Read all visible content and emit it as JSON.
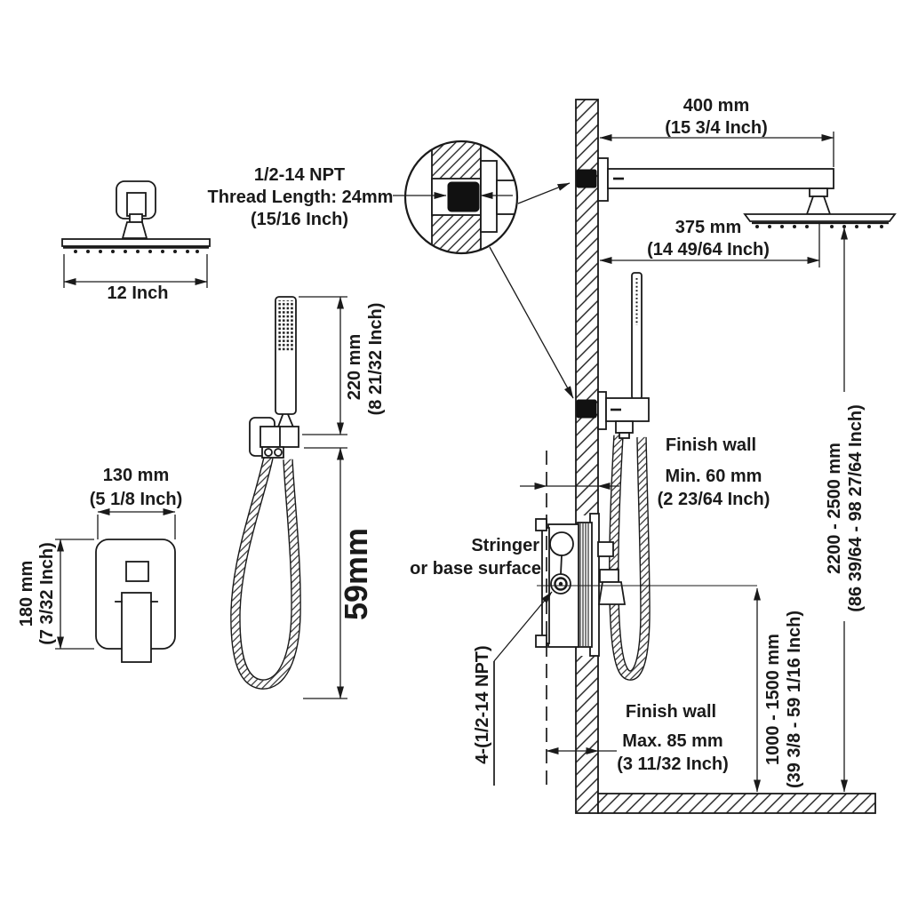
{
  "colors": {
    "line": "#1a1a1a",
    "background": "#ffffff"
  },
  "drawing": {
    "showerhead_front": {
      "dim_width": "12 Inch"
    },
    "npt_note": {
      "line1": "1/2-14 NPT",
      "line2": "Thread Length: 24mm",
      "line3": "(15/16 Inch)"
    },
    "arm": {
      "dim_mm": "400 mm",
      "dim_inch": "(15 3/4 Inch)"
    },
    "head_offset": {
      "dim_mm": "375 mm",
      "dim_inch": "(14 49/64 Inch)"
    },
    "handshower": {
      "dim_mm": "220 mm",
      "dim_inch": "(8 21/32 Inch)",
      "hose_dim": "59mm"
    },
    "valve_front": {
      "width_mm": "130 mm",
      "width_inch": "(5 1/8 Inch)",
      "height_mm": "180 mm",
      "height_inch": "(7 3/32 Inch)"
    },
    "wall_min": {
      "label": "Finish wall",
      "dim_mm": "Min. 60 mm",
      "dim_inch": "(2 23/64 Inch)"
    },
    "wall_max": {
      "label": "Finish wall",
      "dim_mm": "Max. 85 mm",
      "dim_inch": "(3 11/32 Inch)"
    },
    "stringer": {
      "line1": "Stringer",
      "line2": "or base surface"
    },
    "npt4": {
      "label": "4-(1/2-14 NPT)"
    },
    "valve_height": {
      "dim_mm": "1000 - 1500 mm",
      "dim_inch": "(39 3/8 - 59 1/16 Inch)"
    },
    "head_height": {
      "dim_mm": "2200 - 2500 mm",
      "dim_inch": "(86 39/64 - 98 27/64 Inch)"
    }
  }
}
